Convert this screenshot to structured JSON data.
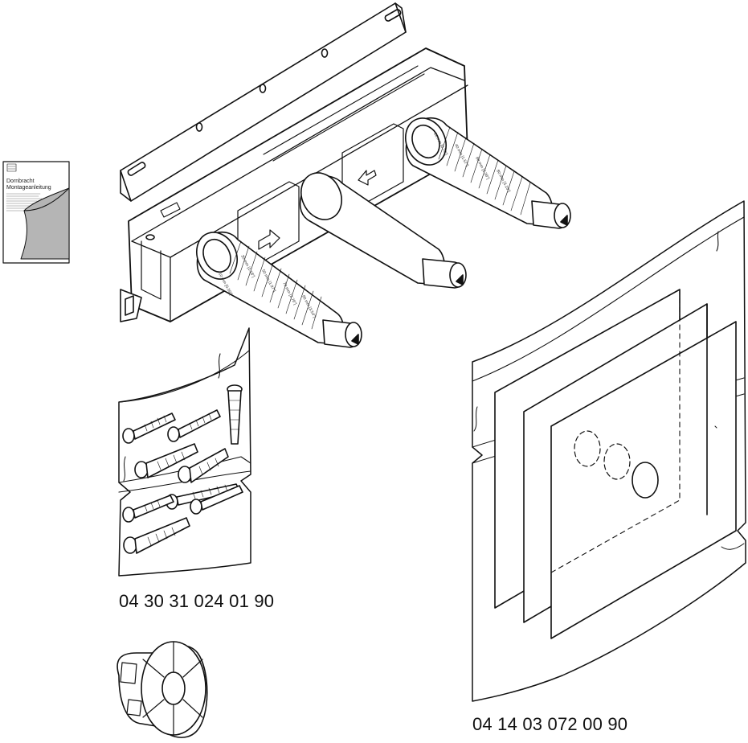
{
  "manual": {
    "brand": "Dornbracht",
    "title": "Montageanleitung"
  },
  "parts": [
    {
      "id": "screw-kit",
      "number": "04 30 31 024 01 90"
    },
    {
      "id": "cover-plate",
      "number": "04 14 03 072 00 90"
    }
  ],
  "depth_scale": {
    "marks": [
      "10 mm [0.39\"]",
      "20 mm [0.79\"]",
      "30 mm [1.18\"]",
      "40 mm [1.57\"]",
      "50 mm [1.97\"]",
      "60 mm [2.36\"]",
      "70 mm [2.76\"]",
      "80 mm [3.15\"]",
      "90 mm [3.54\"]"
    ]
  }
}
